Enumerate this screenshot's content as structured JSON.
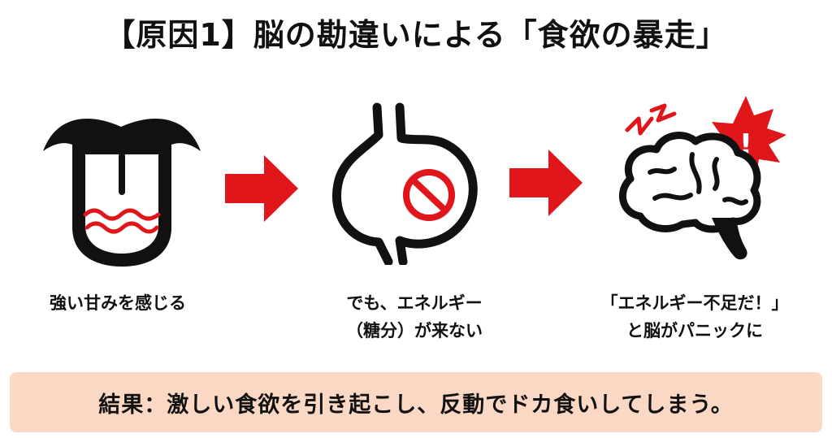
{
  "title": "【原因1】脳の勘違いによる「食欲の暴走」",
  "steps": [
    {
      "lines": [
        "強い甘みを感じる"
      ],
      "icon": "tongue-icon"
    },
    {
      "lines": [
        "でも、エネルギー",
        "（糖分）が来ない"
      ],
      "icon": "stomach-icon"
    },
    {
      "lines": [
        "「エネルギー不足だ！」",
        "と脳がパニックに"
      ],
      "icon": "brain-alert-icon"
    }
  ],
  "result": "結果：激しい食欲を引き起こし、反動でドカ食いしてしまう。",
  "colors": {
    "accent_red": "#e0161b",
    "ink": "#111111",
    "result_bg": "#fbd8c4"
  }
}
